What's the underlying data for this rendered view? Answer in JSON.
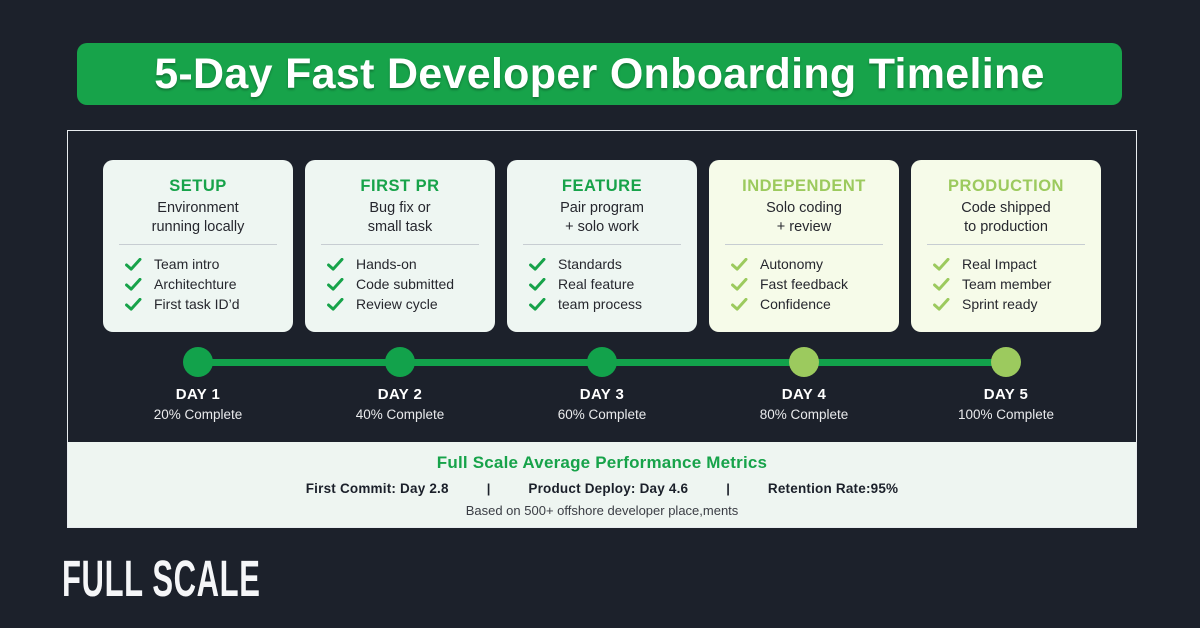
{
  "colors": {
    "background": "#1c212b",
    "accent_green": "#17a34a",
    "accent_lime": "#9cca5e",
    "card_bg_green": "#eef6f2",
    "card_bg_lime": "#f6fbe9",
    "timeline_line": "#12a24b",
    "metrics_bg": "#eef5f1",
    "panel_border": "#e8ecef",
    "dark_text": "#26272e",
    "white": "#ffffff"
  },
  "header": {
    "title": "5-Day Fast Developer Onboarding Timeline"
  },
  "cards": [
    {
      "title": "SETUP",
      "subtitle_lines": [
        "Environment",
        "running locally"
      ],
      "items": [
        "Team intro",
        "Architechture",
        "First task ID’d"
      ],
      "theme": "green"
    },
    {
      "title": "FIRST PR",
      "subtitle_lines": [
        "Bug fix or",
        "small task"
      ],
      "items": [
        "Hands-on",
        "Code submitted",
        "Review cycle"
      ],
      "theme": "green"
    },
    {
      "title": "FEATURE",
      "subtitle_lines": [
        "Pair program",
        "+ solo work"
      ],
      "items": [
        "Standards",
        "Real feature",
        "team process"
      ],
      "theme": "green"
    },
    {
      "title": "INDEPENDENT",
      "subtitle_lines": [
        "Solo coding",
        "+ review"
      ],
      "items": [
        "Autonomy",
        "Fast feedback",
        "Confidence"
      ],
      "theme": "lime"
    },
    {
      "title": "PRODUCTION",
      "subtitle_lines": [
        "Code shipped",
        "to production"
      ],
      "items": [
        "Real Impact",
        "Team member",
        "Sprint ready"
      ],
      "theme": "lime"
    }
  ],
  "timeline": {
    "stops": [
      {
        "day": "DAY 1",
        "percent": "20% Complete",
        "theme": "green"
      },
      {
        "day": "DAY 2",
        "percent": "40% Complete",
        "theme": "green"
      },
      {
        "day": "DAY 3",
        "percent": "60% Complete",
        "theme": "green"
      },
      {
        "day": "DAY 4",
        "percent": "80% Complete",
        "theme": "lime"
      },
      {
        "day": "DAY 5",
        "percent": "100% Complete",
        "theme": "lime"
      }
    ]
  },
  "metrics": {
    "title": "Full Scale Average Performance Metrics",
    "items": [
      "First Commit: Day 2.8",
      "Product Deploy: Day 4.6",
      "Retention Rate:95%"
    ],
    "separator": "|",
    "footnote": "Based on 500+ offshore developer place,ments"
  },
  "logo": {
    "text": "FULL SCALE"
  }
}
